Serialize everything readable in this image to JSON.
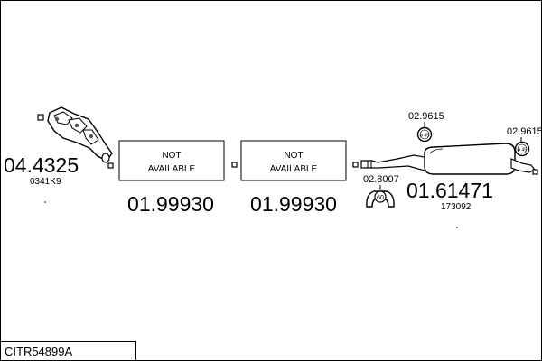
{
  "diagram_code": "CITR54899A",
  "parts": {
    "manifold": {
      "number": "04.4325",
      "ref": "0341K9"
    },
    "section_a": {
      "status_line1": "NOT",
      "status_line2": "AVAILABLE",
      "number": "01.99930"
    },
    "section_b": {
      "status_line1": "NOT",
      "status_line2": "AVAILABLE",
      "number": "01.99930"
    },
    "rear_silencer": {
      "number": "01.61471",
      "ref": "173092"
    },
    "clamp_left": {
      "number": "02.9615",
      "icon_label": "ø 45"
    },
    "clamp_right": {
      "number": "02.9615",
      "icon_label": "ø 45"
    },
    "hanger": {
      "number": "02.8007",
      "icon_label": "60"
    }
  },
  "colors": {
    "line": "#000000",
    "background": "#ffffff",
    "fill": "#ffffff",
    "shade": "#555555"
  }
}
